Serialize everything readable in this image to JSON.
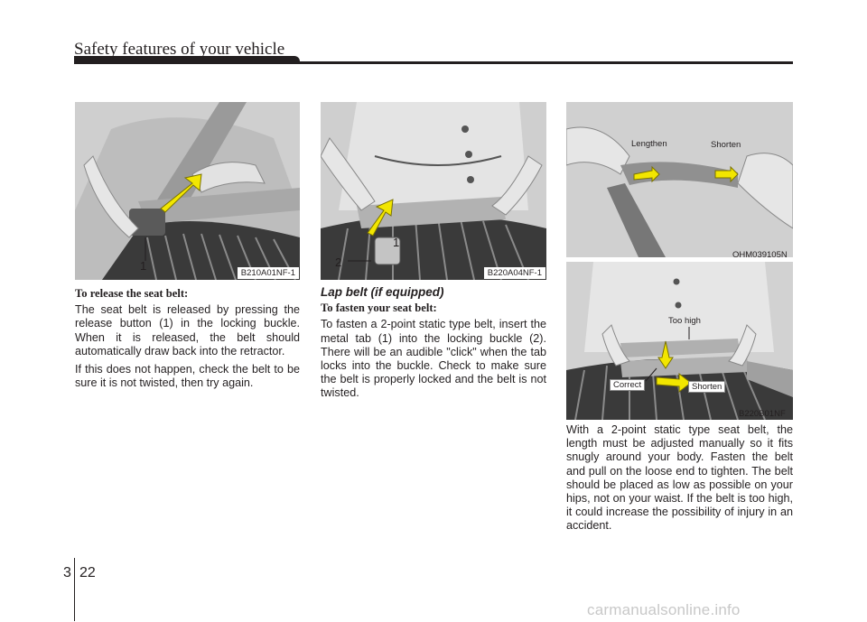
{
  "header": {
    "title": "Safety features of your vehicle"
  },
  "figures": {
    "fig1": {
      "code": "B210A01NF-1",
      "callout": "1"
    },
    "fig2": {
      "code": "B220A04NF-1",
      "callout_1": "1",
      "callout_2": "2"
    },
    "fig3": {
      "code": "OHM039105N",
      "label_lengthen": "Lengthen",
      "label_shorten": "Shorten"
    },
    "fig4": {
      "code": "B220B01NF",
      "label_too_high": "Too high",
      "label_correct": "Correct",
      "label_shorten": "Shorten"
    }
  },
  "col1": {
    "subhead": "To release the seat belt:",
    "para1": "The seat belt is released by pressing the release button (1) in the locking buckle. When it is released, the belt should automatically draw back into the retractor.",
    "para2": "If this does not happen, check the belt to be sure it is not twisted, then try again."
  },
  "col2": {
    "section_title": "Lap belt (if equipped)",
    "subhead": "To fasten your seat belt:",
    "para1": "To fasten a 2-point static type belt, insert the metal tab (1) into the locking buckle (2). There will be an audible \"click\" when the tab locks into the buckle. Check to make sure the belt is properly locked and the belt is not twisted."
  },
  "col3": {
    "para1": "With a 2-point static type seat belt, the length must be adjusted manually so it fits snugly around your body. Fasten the belt and pull on the loose end to tighten. The belt should be placed as low as possible on your hips, not on your waist. If the belt is too high, it could increase the possibility of injury in an accident."
  },
  "footer": {
    "chapter": "3",
    "page": "22"
  },
  "watermark": "carmanualsonline.info",
  "colors": {
    "ink": "#231f20",
    "arrow": "#f2e600",
    "figure_bg": "#c9c9c9"
  }
}
